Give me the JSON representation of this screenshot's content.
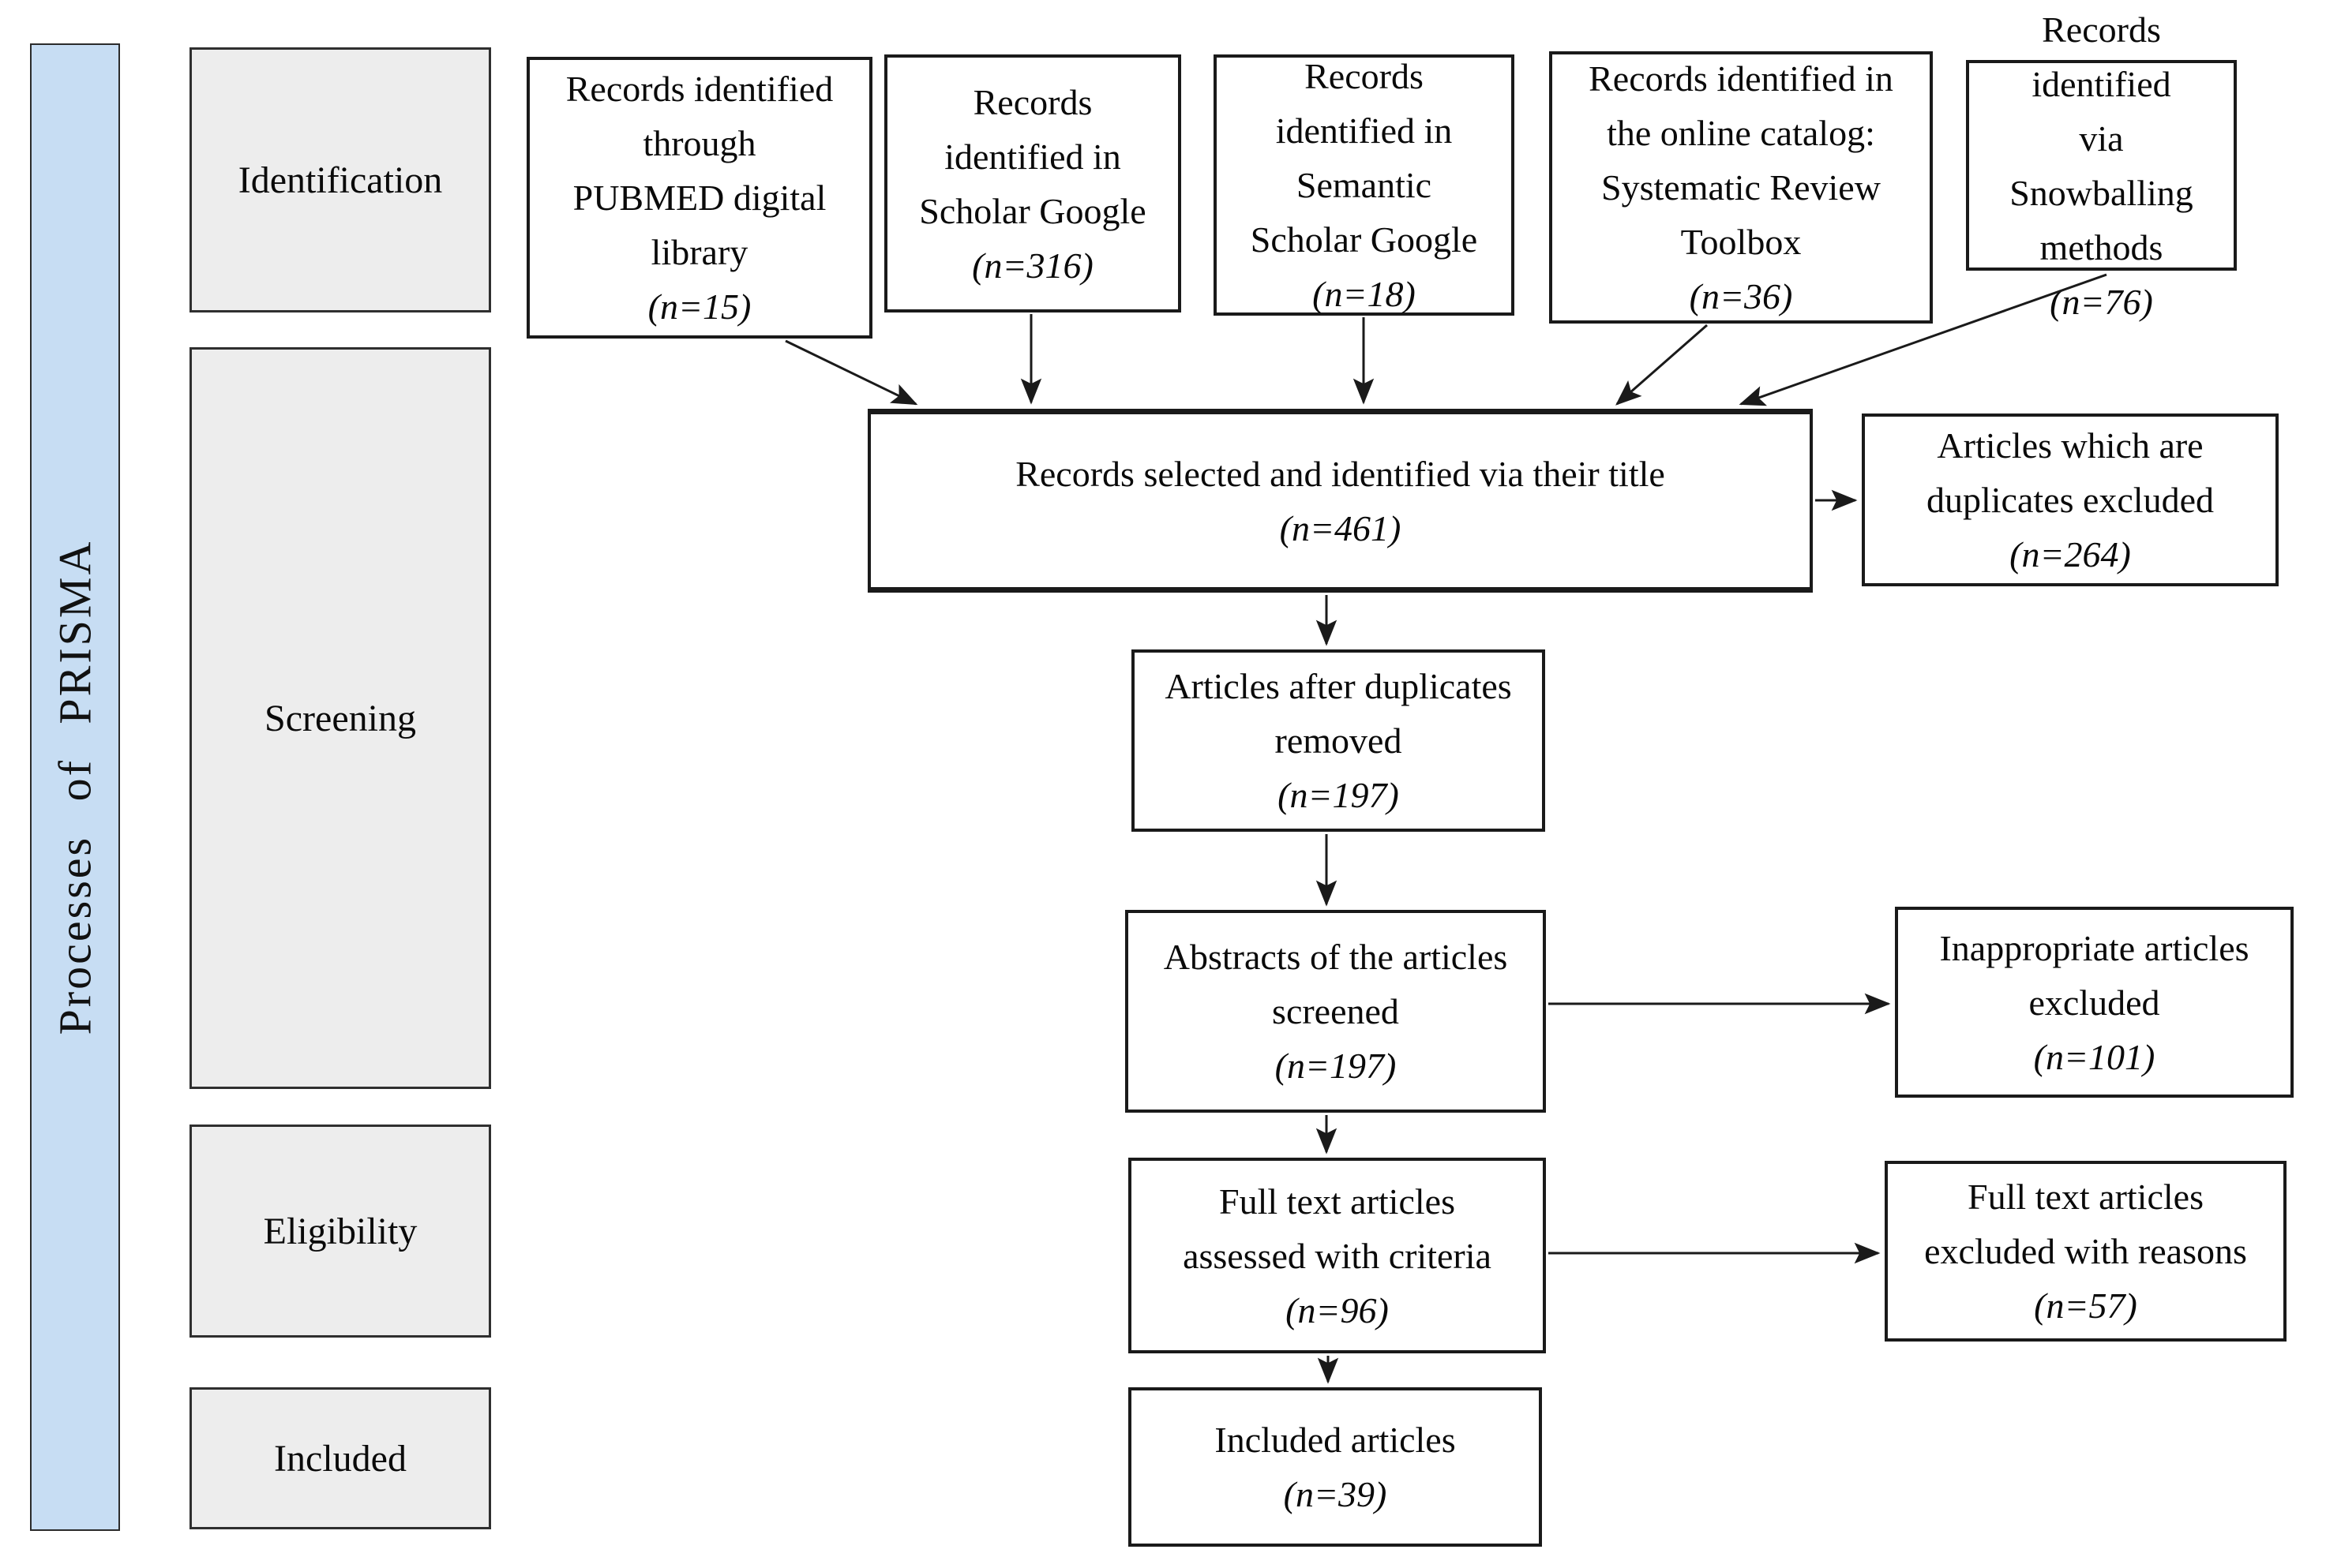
{
  "sidebar": {
    "label": "Processes of  PRISMA"
  },
  "stages": {
    "identification": "Identification",
    "screening": "Screening",
    "eligibility": "Eligibility",
    "included": "Included"
  },
  "nodes": {
    "pubmed": {
      "text": "Records identified\nthrough\nPUBMED digital\nlibrary",
      "n": "(n=15)"
    },
    "scholar": {
      "text": "Records\nidentified  in\nScholar Google",
      "n": "(n=316)"
    },
    "semantic": {
      "text": "Records\nidentified  in\nSemantic\nScholar Google",
      "n": "(n=18)"
    },
    "toolbox": {
      "text": "Records identified  in\nthe online catalog:\nSystematic Review\nToolbox",
      "n": "(n=36)"
    },
    "snowballing": {
      "text": "Records identified\nvia Snowballing\nmethods",
      "n": "(n=76)"
    },
    "selected": {
      "text": "Records selected and identified via their title",
      "n": "(n=461)"
    },
    "duplicates": {
      "text": "Articles  which are\nduplicates excluded",
      "n": "(n=264)"
    },
    "after_dup": {
      "text": "Articles after duplicates\nremoved",
      "n": "(n=197)"
    },
    "abstracts": {
      "text": "Abstracts of the articles\nscreened",
      "n": "(n=197)"
    },
    "inappropriate": {
      "text": "Inappropriate articles\nexcluded",
      "n": "(n=101)"
    },
    "fulltext": {
      "text": "Full text articles\nassessed with criteria",
      "n": "(n=96)"
    },
    "ft_excluded": {
      "text": "Full text articles\nexcluded with reasons",
      "n": "(n=57)"
    },
    "included_articles": {
      "text": "Included articles",
      "n": "(n=39)"
    }
  },
  "colors": {
    "sidebar_fill": "#C7DDF3",
    "stage_fill": "#EDEDED",
    "node_fill": "#FFFFFF",
    "line": "#1A1A1A"
  }
}
